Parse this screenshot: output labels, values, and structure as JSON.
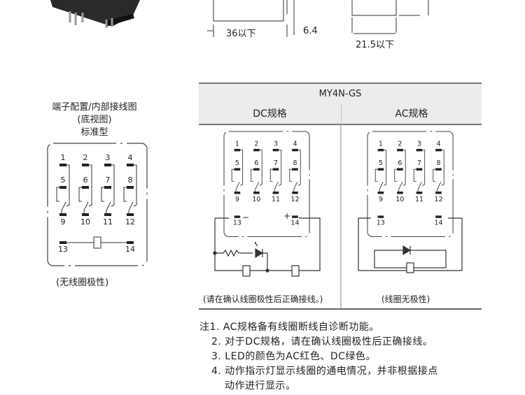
{
  "dimensions": {
    "length_label": "36以下",
    "gap_label": "6.4",
    "width_label": "21.5以下"
  },
  "left_panel": {
    "title_line1": "端子配置/内部接线图",
    "title_line2": "(底视图)",
    "title_line3": "标准型",
    "caption": "(无线圈极性)"
  },
  "terminals": [
    "1",
    "2",
    "3",
    "4",
    "5",
    "6",
    "7",
    "8",
    "9",
    "10",
    "11",
    "12",
    "13",
    "14"
  ],
  "table": {
    "model": "MY4N-GS",
    "dc_header": "DC规格",
    "ac_header": "AC规格",
    "dc_caption": "(请在确认线圈极性后正确接线。)",
    "ac_caption": "(线圈无极性)",
    "dc_minus": "−",
    "dc_plus": "+"
  },
  "notes": [
    "注1. AC规格备有线圈断线自诊断功能。",
    "2. 对于DC规格，请在确认线圈极性后正确接线。",
    "3. LED的颜色为AC红色、DC绿色。",
    "4. 动作指示灯显示线圈的通电情况，并非根据接点",
    "动作进行显示。"
  ]
}
